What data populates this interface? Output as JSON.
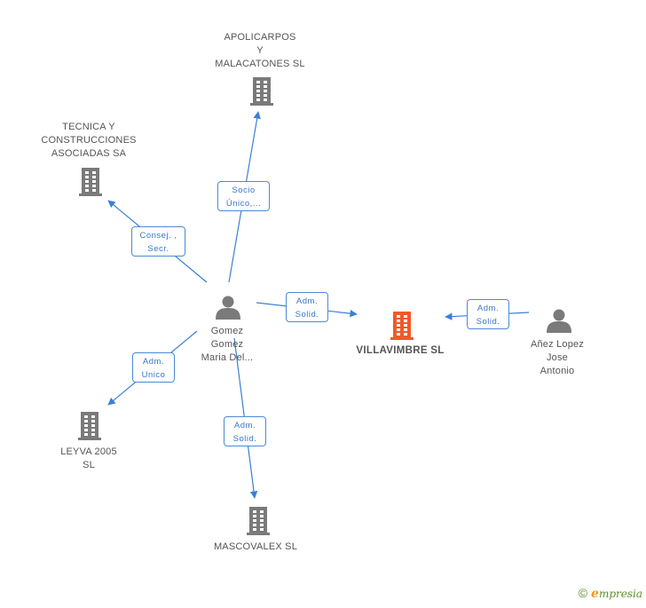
{
  "colors": {
    "edge": "#3a7fd8",
    "node": "#7a7a7a",
    "focus": "#f05a28"
  },
  "nodes": {
    "apolicarpos": {
      "label": "APOLICARPOS\nY\nMALACATONES SL",
      "type": "company"
    },
    "tecnica": {
      "label": "TECNICA Y\nCONSTRUCCIONES\nASOCIADAS SA",
      "type": "company"
    },
    "gomez": {
      "label": "Gomez\nGomez\nMaria Del...",
      "type": "person"
    },
    "villavimbre": {
      "label": "VILLAVIMBRE SL",
      "type": "company",
      "focus": true
    },
    "anez": {
      "label": "Añez Lopez\nJose\nAntonio",
      "type": "person"
    },
    "leyva": {
      "label": "LEYVA 2005\nSL",
      "type": "company"
    },
    "mascovalex": {
      "label": "MASCOVALEX SL",
      "type": "company"
    }
  },
  "edges": {
    "e1": {
      "label": "Socio\nÚnico,...",
      "from": "gomez",
      "to": "apolicarpos"
    },
    "e2": {
      "label": "Consej. ,\nSecr.",
      "from": "gomez",
      "to": "tecnica"
    },
    "e3": {
      "label": "Adm.\nSolid.",
      "from": "gomez",
      "to": "villavimbre"
    },
    "e4": {
      "label": "Adm.\nSolid.",
      "from": "anez",
      "to": "villavimbre"
    },
    "e5": {
      "label": "Adm.\nUnico",
      "from": "gomez",
      "to": "leyva"
    },
    "e6": {
      "label": "Adm.\nSolid.",
      "from": "gomez",
      "to": "mascovalex"
    }
  },
  "brand": {
    "copyright": "©",
    "e": "e",
    "rest": "mpresia"
  }
}
